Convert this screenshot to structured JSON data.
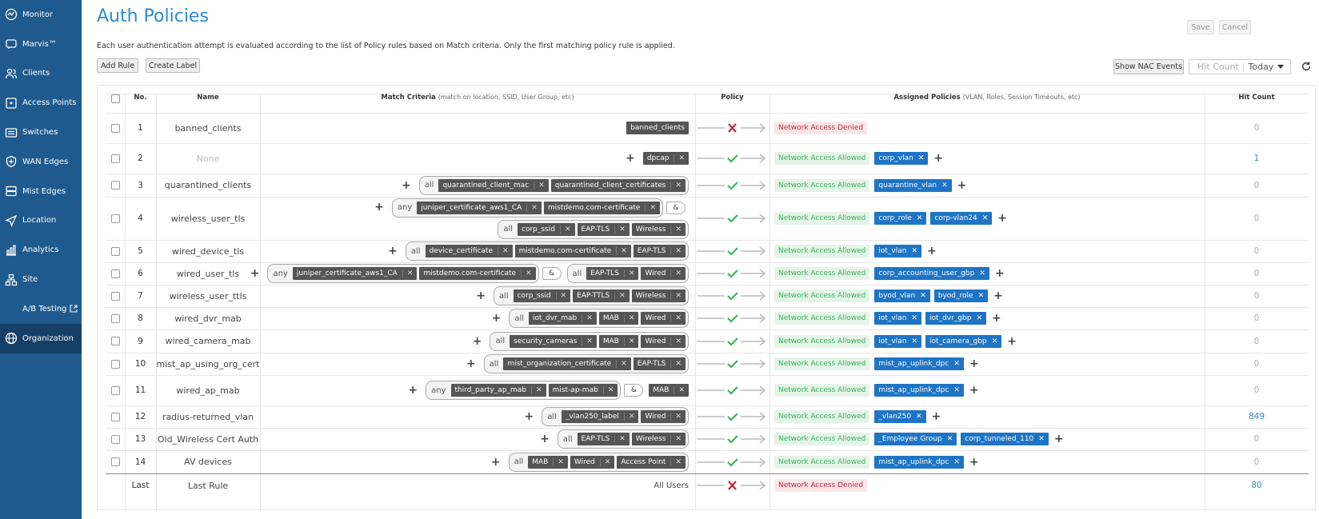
{
  "sidebar": {
    "items": [
      {
        "label": "Monitor",
        "icon": "monitor-icon"
      },
      {
        "label": "Marvis™",
        "icon": "marvis-icon"
      },
      {
        "label": "Clients",
        "icon": "clients-icon"
      },
      {
        "label": "Access Points",
        "icon": "access-point-icon"
      },
      {
        "label": "Switches",
        "icon": "switches-icon"
      },
      {
        "label": "WAN Edges",
        "icon": "wan-edges-icon"
      },
      {
        "label": "Mist Edges",
        "icon": "mist-edges-icon"
      },
      {
        "label": "Location",
        "icon": "location-icon"
      },
      {
        "label": "Analytics",
        "icon": "analytics-icon"
      },
      {
        "label": "Site",
        "icon": "site-icon"
      },
      {
        "label": "A/B Testing",
        "icon": "ab-testing-icon"
      },
      {
        "label": "Organization",
        "icon": "organization-icon",
        "active": true
      }
    ]
  },
  "page": {
    "title": "Auth Policies",
    "description": "Each user authentication attempt is evaluated according to the list of Policy rules based on Match criteria. Only the first matching policy rule is applied.",
    "add_rule": "Add Rule",
    "create_label": "Create Label",
    "save": "Save",
    "cancel": "Cancel",
    "show_nac": "Show NAC Events",
    "hit_count_label": "Hit Count",
    "hit_count_period": "Today"
  },
  "table": {
    "headers": {
      "no": "No.",
      "name": "Name",
      "match": "Match Criteria",
      "match_sub": "(match on location, SSID, User Group, etc)",
      "policy": "Policy",
      "assigned": "Assigned Policies",
      "assigned_sub": "(VLAN, Roles, Session Timeouts, etc)",
      "hit": "Hit Count"
    },
    "rows": [
      {
        "no": "1",
        "name": "banned_clients",
        "name_none": false,
        "match": {
          "type": "plain",
          "tags": [
            "banned_clients"
          ],
          "plus": false
        },
        "policy": "deny",
        "result": "Network Access Denied",
        "assigned": [],
        "assigned_plus": false,
        "hit": "0"
      },
      {
        "no": "2",
        "name": "None",
        "name_none": true,
        "match": {
          "type": "plain",
          "tags": [
            "dpcap"
          ],
          "plus": true
        },
        "policy": "allow",
        "result": "Network Access Allowed",
        "assigned": [
          "corp_vlan"
        ],
        "assigned_plus": true,
        "hit": "1"
      },
      {
        "no": "3",
        "name": "quarantined_clients",
        "name_none": false,
        "match": {
          "type": "group",
          "kw": "all",
          "tags": [
            "quarantined_client_mac",
            "quarantined_client_certificates"
          ],
          "plus": true
        },
        "policy": "allow",
        "result": "Network Access Allowed",
        "assigned": [
          "quarantine_vlan"
        ],
        "assigned_plus": true,
        "hit": "0"
      },
      {
        "no": "4",
        "name": "wireless_user_tls",
        "name_none": false,
        "match": {
          "type": "stack",
          "plus": true,
          "lines": [
            {
              "kw": "any",
              "tags": [
                "juniper_certificate_aws1_CA",
                "mistdemo.com-certificate"
              ],
              "amp": "&"
            },
            {
              "kw": "all",
              "tags": [
                "corp_ssid",
                "EAP-TLS",
                "Wireless"
              ]
            }
          ]
        },
        "policy": "allow",
        "result": "Network Access Allowed",
        "assigned": [
          "corp_role",
          "corp-vlan24"
        ],
        "assigned_plus": true,
        "hit": "0"
      },
      {
        "no": "5",
        "name": "wired_device_tls",
        "name_none": false,
        "match": {
          "type": "group",
          "kw": "all",
          "tags": [
            "device_certificate",
            "mistdemo.com-certificate",
            "EAP-TLS"
          ],
          "plus": true
        },
        "policy": "allow",
        "result": "Network Access Allowed",
        "assigned": [
          "iot_vlan"
        ],
        "assigned_plus": true,
        "hit": "0"
      },
      {
        "no": "6",
        "name": "wired_user_tls",
        "name_none": false,
        "match": {
          "type": "inline",
          "plus": true,
          "kw1": "any",
          "tags1": [
            "juniper_certificate_aws1_CA",
            "mistdemo.com-certificate"
          ],
          "amp": "&",
          "kw2": "all",
          "tags2": [
            "EAP-TLS",
            "Wired"
          ]
        },
        "policy": "allow",
        "result": "Network Access Allowed",
        "assigned": [
          "corp_accounting_user_gbp"
        ],
        "assigned_plus": true,
        "hit": "0"
      },
      {
        "no": "7",
        "name": "wireless_user_ttls",
        "name_none": false,
        "match": {
          "type": "group",
          "kw": "all",
          "tags": [
            "corp_ssid",
            "EAP-TTLS",
            "Wireless"
          ],
          "plus": true
        },
        "policy": "allow",
        "result": "Network Access Allowed",
        "assigned": [
          "byod_vlan",
          "byod_role"
        ],
        "assigned_plus": true,
        "hit": "0"
      },
      {
        "no": "8",
        "name": "wired_dvr_mab",
        "name_none": false,
        "match": {
          "type": "group",
          "kw": "all",
          "tags": [
            "iot_dvr_mab",
            "MAB",
            "Wired"
          ],
          "plus": true
        },
        "policy": "allow",
        "result": "Network Access Allowed",
        "assigned": [
          "iot_vlan",
          "iot_dvr_gbp"
        ],
        "assigned_plus": true,
        "hit": "0"
      },
      {
        "no": "9",
        "name": "wired_camera_mab",
        "name_none": false,
        "match": {
          "type": "group",
          "kw": "all",
          "tags": [
            "security_cameras",
            "MAB",
            "Wired"
          ],
          "plus": true
        },
        "policy": "allow",
        "result": "Network Access Allowed",
        "assigned": [
          "iot_vlan",
          "iot_camera_gbp"
        ],
        "assigned_plus": true,
        "hit": "0"
      },
      {
        "no": "10",
        "name": "mist_ap_using_org_cert",
        "name_none": false,
        "match": {
          "type": "group",
          "kw": "all",
          "tags": [
            "mist_organization_certificate",
            "EAP-TLS"
          ],
          "plus": true
        },
        "policy": "allow",
        "result": "Network Access Allowed",
        "assigned": [
          "mist_ap_uplink_dpc"
        ],
        "assigned_plus": true,
        "hit": "0"
      },
      {
        "no": "11",
        "name": "wired_ap_mab",
        "name_none": false,
        "match": {
          "type": "any_amp_tag",
          "plus": true,
          "kw1": "any",
          "tags1": [
            "third_party_ap_mab",
            "mist-ap-mab"
          ],
          "amp": "&",
          "tags2": [
            "MAB"
          ]
        },
        "policy": "allow",
        "result": "Network Access Allowed",
        "assigned": [
          "mist_ap_uplink_dpc"
        ],
        "assigned_plus": true,
        "hit": "0"
      },
      {
        "no": "12",
        "name": "radius-returned_vlan",
        "name_none": false,
        "match": {
          "type": "group",
          "kw": "all",
          "tags": [
            "_vlan250_label",
            "Wired"
          ],
          "plus": true
        },
        "policy": "allow",
        "result": "Network Access Allowed",
        "assigned": [
          "_vlan250"
        ],
        "assigned_plus": true,
        "hit": "849"
      },
      {
        "no": "13",
        "name": "Old_Wireless Cert Auth",
        "name_none": false,
        "match": {
          "type": "group",
          "kw": "all",
          "tags": [
            "EAP-TLS",
            "Wireless"
          ],
          "plus": true
        },
        "policy": "allow",
        "result": "Network Access Allowed",
        "assigned": [
          "_Employee Group",
          "corp_tunneled_110"
        ],
        "assigned_plus": true,
        "hit": "0"
      },
      {
        "no": "14",
        "name": "AV devices",
        "name_none": false,
        "match": {
          "type": "group",
          "kw": "all",
          "tags": [
            "MAB",
            "Wired",
            "Access Point"
          ],
          "plus": true
        },
        "policy": "allow",
        "result": "Network Access Allowed",
        "assigned": [
          "mist_ap_uplink_dpc"
        ],
        "assigned_plus": true,
        "hit": "0"
      }
    ],
    "last": {
      "no": "Last",
      "name": "Last Rule",
      "match_text": "All Users",
      "policy": "deny",
      "result": "Network Access Denied",
      "hit": "80"
    }
  },
  "colors": {
    "accent": "#2b8ad3",
    "sidebar": "#1f5a8e",
    "allow": "#3bb35e",
    "deny": "#c0243a",
    "tag_blue": "#1f74c4"
  }
}
